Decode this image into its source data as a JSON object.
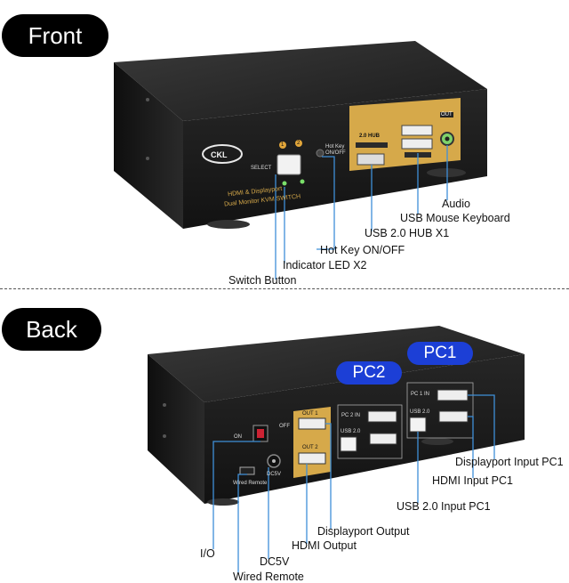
{
  "sections": {
    "front": {
      "title": "Front",
      "device_labels": {
        "brand": "CKL",
        "hub": "2.0 HUB",
        "out": "OUT",
        "select": "SELECT",
        "hotkey": "Hot Key ON/OFF",
        "line1": "HDMI & Displayport",
        "line2": "Dual Monitor KVM SWITCH",
        "port_num_1": "1",
        "port_num_2": "2"
      },
      "callouts": {
        "audio": "Audio",
        "usb_mouse_keyboard": "USB Mouse Keyboard",
        "usb_hub": "USB 2.0 HUB X1",
        "hotkey": "Hot Key ON/OFF",
        "indicator": "Indicator LED X2",
        "switch_button": "Switch Button"
      }
    },
    "back": {
      "title": "Back",
      "badges": {
        "pc1": "PC1",
        "pc2": "PC2"
      },
      "device_labels": {
        "on": "ON",
        "off": "OFF",
        "out1": "OUT 1",
        "out2": "OUT 2",
        "pc2_in": "PC 2 IN",
        "pc1_in": "PC 1 IN",
        "usb20_a": "USB 2.0",
        "usb20_b": "USB 2.0",
        "wired_remote": "Wired Remote",
        "dc5v": "DC5V"
      },
      "callouts": {
        "dp_input_pc1": "Displayport Input PC1",
        "hdmi_input_pc1": "HDMI Input PC1",
        "usb_input_pc1": "USB 2.0 Input PC1",
        "dp_output": "Displayport Output",
        "hdmi_output": "HDMI Output",
        "io": "I/O",
        "dc5v": "DC5V",
        "wired_remote": "Wired Remote"
      }
    }
  },
  "colors": {
    "device_body": "#1f1f1f",
    "device_top": "#2c2c2c",
    "gold_panel": "#d6a94a",
    "callout_line": "#3f8fd8",
    "badge_blue": "#1c3fd6"
  }
}
